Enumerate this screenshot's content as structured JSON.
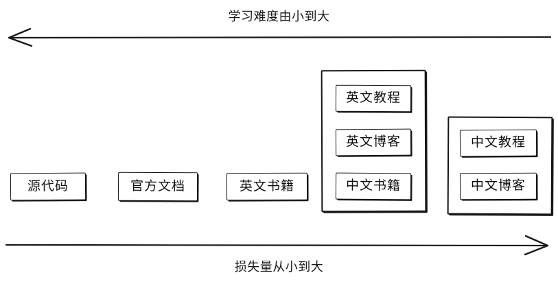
{
  "diagram": {
    "title_top": "学习难度由小到大",
    "title_bottom": "损失量从小到大",
    "axes": {
      "top": {
        "label": "学习难度由小到大",
        "direction": "left",
        "meaning": "learning-difficulty-increases-leftward"
      },
      "bottom": {
        "label": "损失量从小到大",
        "direction": "right",
        "meaning": "information-loss-increases-rightward"
      }
    },
    "stroke_color": "#141414",
    "background_color": "#ffffff",
    "columns": [
      {
        "index": 1,
        "grouped": false,
        "items": [
          {
            "label": "源代码"
          }
        ]
      },
      {
        "index": 2,
        "grouped": false,
        "items": [
          {
            "label": "官方文档"
          }
        ]
      },
      {
        "index": 3,
        "grouped": false,
        "items": [
          {
            "label": "英文书籍"
          }
        ]
      },
      {
        "index": 4,
        "grouped": true,
        "items": [
          {
            "label": "英文教程"
          },
          {
            "label": "英文博客"
          },
          {
            "label": "中文书籍"
          }
        ]
      },
      {
        "index": 5,
        "grouped": true,
        "items": [
          {
            "label": "中文教程"
          },
          {
            "label": "中文博客"
          }
        ]
      }
    ]
  }
}
